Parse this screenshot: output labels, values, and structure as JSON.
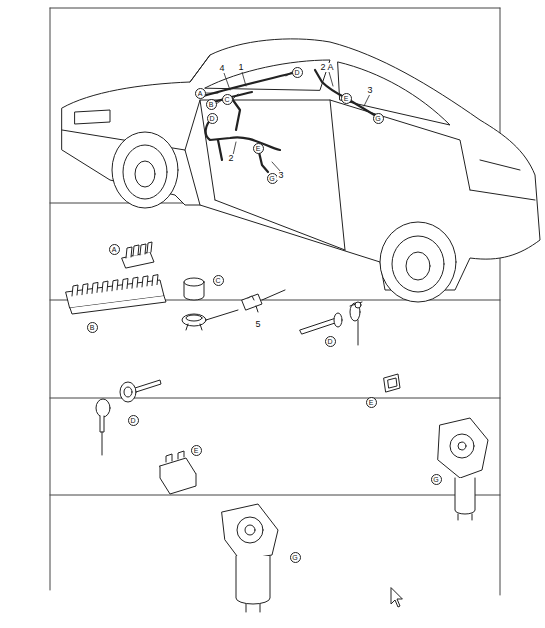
{
  "diagram": {
    "nodes": [
      {
        "text": [
          "D"
        ]
      },
      {
        "text": [
          "A"
        ]
      },
      {
        "text": [
          "B"
        ]
      },
      {
        "text": [
          "C"
        ]
      },
      {
        "text": [
          "E"
        ]
      },
      {
        "text": [
          "D"
        ]
      },
      {
        "text": [
          "G"
        ]
      },
      {
        "text": [
          "E"
        ]
      },
      {
        "text": [
          "G"
        ]
      },
      {
        "text": [
          "A"
        ]
      },
      {
        "text": [
          "C"
        ]
      },
      {
        "text": [
          "B"
        ]
      },
      {
        "text": [
          "D"
        ]
      },
      {
        "text": [
          "E"
        ]
      },
      {
        "text": [
          "D"
        ]
      },
      {
        "text": [
          "E"
        ]
      },
      {
        "text": [
          "G"
        ]
      },
      {
        "text": [
          "G"
        ]
      }
    ],
    "labels": [
      "4",
      "1",
      "2 A",
      "3",
      "2",
      "3",
      "5"
    ]
  }
}
